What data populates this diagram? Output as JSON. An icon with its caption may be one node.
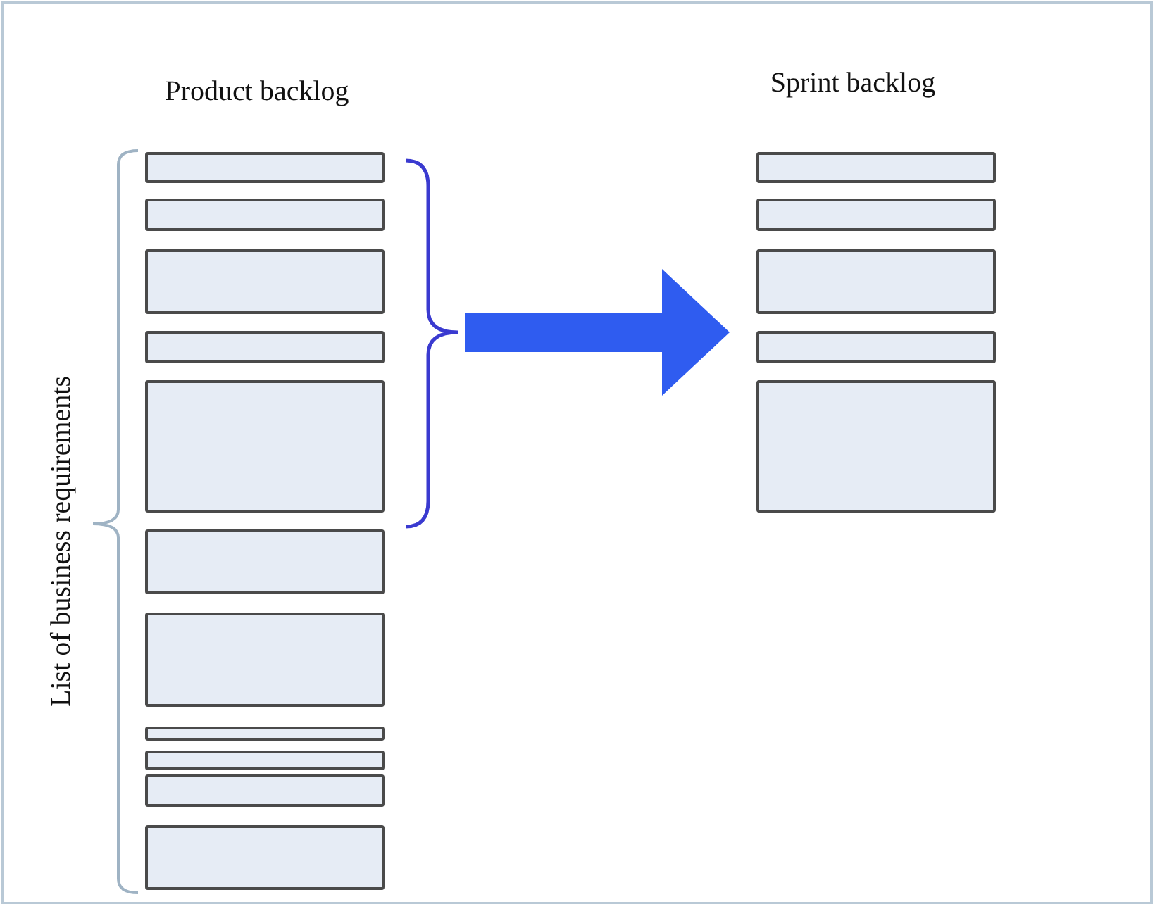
{
  "diagram": {
    "nodes": [
      {
        "text": [
          "Product backlog"
        ]
      },
      {
        "text": [],
        "shape": "bar",
        "in": 0
      },
      {
        "text": [],
        "shape": "bar",
        "in": 0
      },
      {
        "text": [],
        "shape": "bar",
        "in": 0
      },
      {
        "text": [],
        "shape": "bar",
        "in": 0
      },
      {
        "text": [],
        "shape": "bar",
        "in": 0
      },
      {
        "text": [],
        "shape": "bar",
        "in": 0
      },
      {
        "text": [],
        "shape": "bar",
        "in": 0
      },
      {
        "text": [],
        "shape": "bar",
        "in": 0
      },
      {
        "text": [],
        "shape": "bar",
        "in": 0
      },
      {
        "text": [],
        "shape": "bar",
        "in": 0
      },
      {
        "text": [],
        "shape": "bar",
        "in": 0
      },
      {
        "text": [
          "Sprint backlog"
        ]
      },
      {
        "text": [],
        "shape": "bar",
        "in": 12
      },
      {
        "text": [],
        "shape": "bar",
        "in": 12
      },
      {
        "text": [],
        "shape": "bar",
        "in": 12
      },
      {
        "text": [],
        "shape": "bar",
        "in": 12
      },
      {
        "text": [],
        "shape": "bar",
        "in": 12
      }
    ],
    "edges": [
      {
        "from": 0,
        "to": 12,
        "arrow": "to",
        "style": "thick",
        "color": "#2f5cf0"
      }
    ],
    "labels": [
      "List of business requirements"
    ]
  }
}
